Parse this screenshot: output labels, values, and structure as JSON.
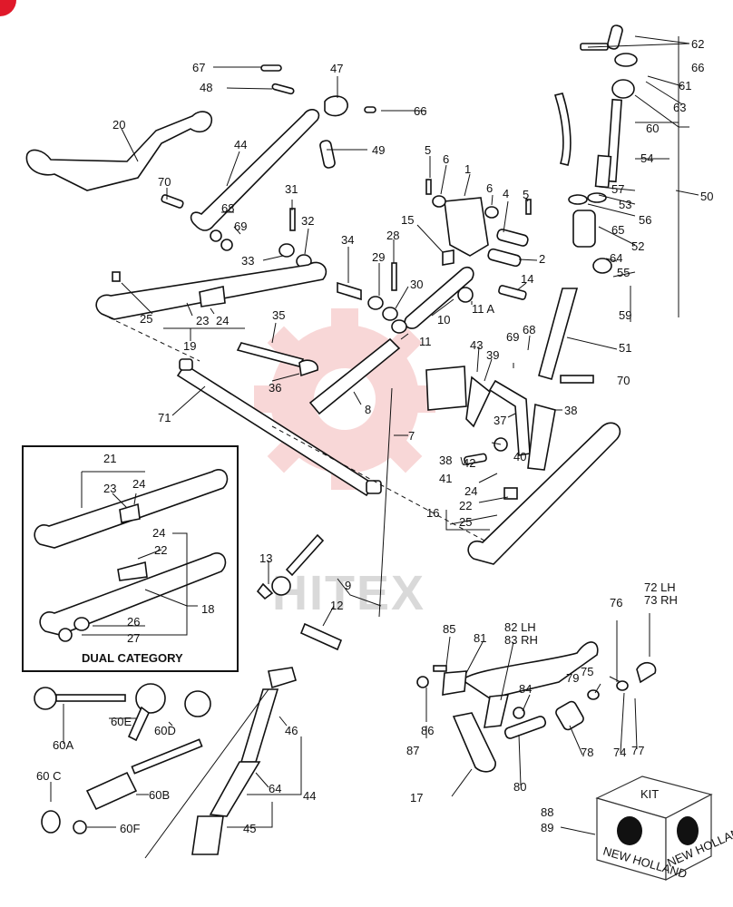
{
  "colors": {
    "ink": "#111111",
    "watermark_gear": "#f4b8b8",
    "watermark_text": "#d9d9d9",
    "corner_badge": "#e0192a"
  },
  "watermark": {
    "text": "HITEX"
  },
  "inset": {
    "caption": "DUAL CATEGORY"
  },
  "kit": {
    "label": "KIT",
    "brand": "NEW HOLLAND"
  },
  "callouts": [
    {
      "id": "c62",
      "text": "62"
    },
    {
      "id": "c66a",
      "text": "66"
    },
    {
      "id": "c61",
      "text": "61"
    },
    {
      "id": "c63",
      "text": "63"
    },
    {
      "id": "c60",
      "text": "60"
    },
    {
      "id": "c54",
      "text": "54"
    },
    {
      "id": "c50",
      "text": "50"
    },
    {
      "id": "c57",
      "text": "57"
    },
    {
      "id": "c53",
      "text": "53"
    },
    {
      "id": "c56",
      "text": "56"
    },
    {
      "id": "c65",
      "text": "65"
    },
    {
      "id": "c52",
      "text": "52"
    },
    {
      "id": "c64a",
      "text": "64"
    },
    {
      "id": "c55",
      "text": "55"
    },
    {
      "id": "c59",
      "text": "59"
    },
    {
      "id": "c51",
      "text": "51"
    },
    {
      "id": "c70b",
      "text": "70"
    },
    {
      "id": "c67",
      "text": "67"
    },
    {
      "id": "c47",
      "text": "47"
    },
    {
      "id": "c48",
      "text": "48"
    },
    {
      "id": "c66b",
      "text": "66"
    },
    {
      "id": "c20",
      "text": "20"
    },
    {
      "id": "c44a",
      "text": "44"
    },
    {
      "id": "c49",
      "text": "49"
    },
    {
      "id": "c70a",
      "text": "70"
    },
    {
      "id": "c68a",
      "text": "68"
    },
    {
      "id": "c69a",
      "text": "69"
    },
    {
      "id": "c31",
      "text": "31"
    },
    {
      "id": "c32",
      "text": "32"
    },
    {
      "id": "c33",
      "text": "33"
    },
    {
      "id": "c5a",
      "text": "5"
    },
    {
      "id": "c6a",
      "text": "6"
    },
    {
      "id": "c1",
      "text": "1"
    },
    {
      "id": "c6b",
      "text": "6"
    },
    {
      "id": "c4",
      "text": "4"
    },
    {
      "id": "c5b",
      "text": "5"
    },
    {
      "id": "c15",
      "text": "15"
    },
    {
      "id": "c28",
      "text": "28"
    },
    {
      "id": "c34",
      "text": "34"
    },
    {
      "id": "c29",
      "text": "29"
    },
    {
      "id": "c30",
      "text": "30"
    },
    {
      "id": "c2",
      "text": "2"
    },
    {
      "id": "c14",
      "text": "14"
    },
    {
      "id": "c10",
      "text": "10"
    },
    {
      "id": "c11a",
      "text": "11 A"
    },
    {
      "id": "c11",
      "text": "11"
    },
    {
      "id": "c25a",
      "text": "25"
    },
    {
      "id": "c23a",
      "text": "23"
    },
    {
      "id": "c24a",
      "text": "24"
    },
    {
      "id": "c19",
      "text": "19"
    },
    {
      "id": "c35",
      "text": "35"
    },
    {
      "id": "c36",
      "text": "36"
    },
    {
      "id": "c43",
      "text": "43"
    },
    {
      "id": "c39",
      "text": "39"
    },
    {
      "id": "c69b",
      "text": "69"
    },
    {
      "id": "c68b",
      "text": "68"
    },
    {
      "id": "c8",
      "text": "8"
    },
    {
      "id": "c71",
      "text": "71"
    },
    {
      "id": "c7",
      "text": "7"
    },
    {
      "id": "c37",
      "text": "37"
    },
    {
      "id": "c38a",
      "text": "38"
    },
    {
      "id": "c38b",
      "text": "38"
    },
    {
      "id": "c42",
      "text": "42"
    },
    {
      "id": "c40",
      "text": "40"
    },
    {
      "id": "c41",
      "text": "41"
    },
    {
      "id": "c24b",
      "text": "24"
    },
    {
      "id": "c22a",
      "text": "22"
    },
    {
      "id": "c16",
      "text": "16"
    },
    {
      "id": "c25b",
      "text": "25"
    },
    {
      "id": "c21",
      "text": "21"
    },
    {
      "id": "c23b",
      "text": "23"
    },
    {
      "id": "c24c",
      "text": "24"
    },
    {
      "id": "c24d",
      "text": "24"
    },
    {
      "id": "c22b",
      "text": "22"
    },
    {
      "id": "c18",
      "text": "18"
    },
    {
      "id": "c26",
      "text": "26"
    },
    {
      "id": "c27",
      "text": "27"
    },
    {
      "id": "c13",
      "text": "13"
    },
    {
      "id": "c9",
      "text": "9"
    },
    {
      "id": "c12",
      "text": "12"
    },
    {
      "id": "c60e",
      "text": "60E"
    },
    {
      "id": "c60d",
      "text": "60D"
    },
    {
      "id": "c60a",
      "text": "60A"
    },
    {
      "id": "c60c",
      "text": "60 C"
    },
    {
      "id": "c60b",
      "text": "60B"
    },
    {
      "id": "c60f",
      "text": "60F"
    },
    {
      "id": "c46",
      "text": "46"
    },
    {
      "id": "c64b",
      "text": "64"
    },
    {
      "id": "c44b",
      "text": "44"
    },
    {
      "id": "c45",
      "text": "45"
    },
    {
      "id": "c85",
      "text": "85"
    },
    {
      "id": "c81",
      "text": "81"
    },
    {
      "id": "c82",
      "text": "82 LH"
    },
    {
      "id": "c83",
      "text": "83 RH"
    },
    {
      "id": "c76",
      "text": "76"
    },
    {
      "id": "c72",
      "text": "72 LH"
    },
    {
      "id": "c73",
      "text": "73 RH"
    },
    {
      "id": "c84",
      "text": "84"
    },
    {
      "id": "c79",
      "text": "79"
    },
    {
      "id": "c75",
      "text": "75"
    },
    {
      "id": "c86",
      "text": "86"
    },
    {
      "id": "c87",
      "text": "87"
    },
    {
      "id": "c78",
      "text": "78"
    },
    {
      "id": "c74",
      "text": "74"
    },
    {
      "id": "c77",
      "text": "77"
    },
    {
      "id": "c17",
      "text": "17"
    },
    {
      "id": "c80",
      "text": "80"
    },
    {
      "id": "c88",
      "text": "88"
    },
    {
      "id": "c89",
      "text": "89"
    }
  ]
}
